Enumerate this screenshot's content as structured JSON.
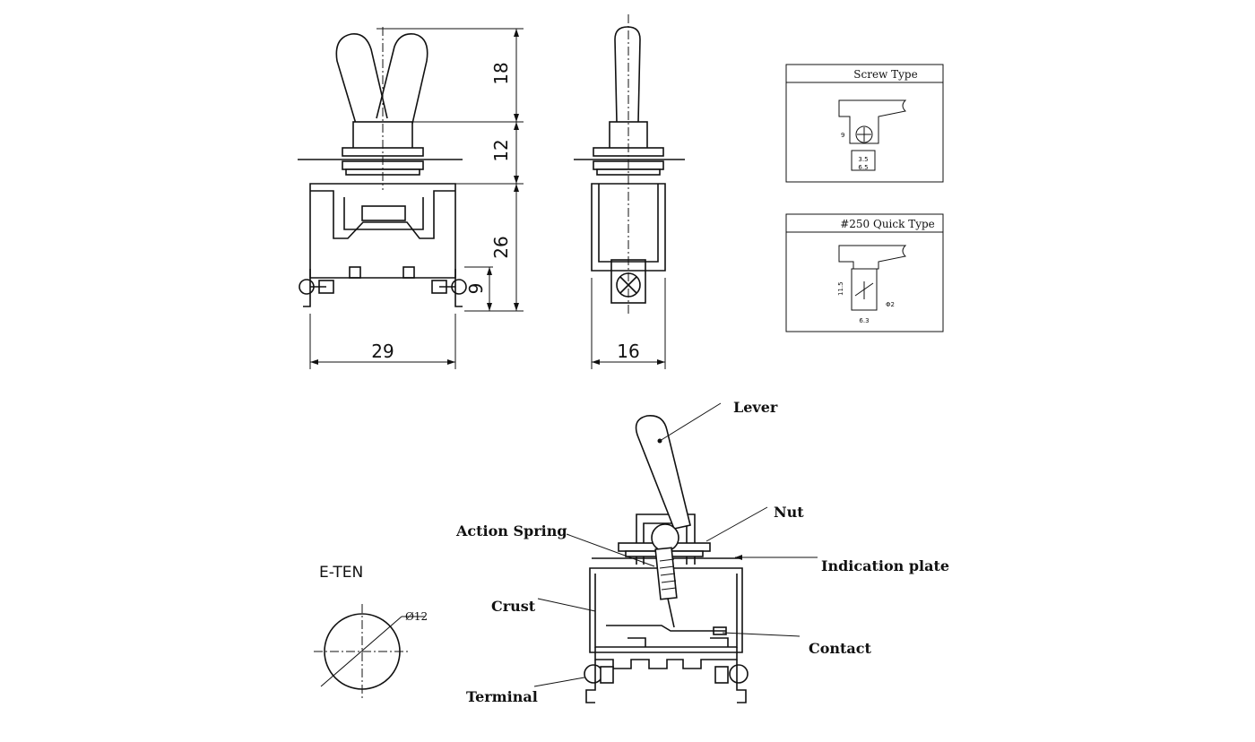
{
  "dimensions": {
    "height_lever": "18",
    "height_bushing": "12",
    "height_body": "26",
    "height_terminal": "9",
    "width_front": "29",
    "width_side": "16"
  },
  "screw_type": {
    "title": "Screw Type",
    "dim_height": "9",
    "dim_width_inner": "3.5",
    "dim_width_outer": "6.5"
  },
  "quick_type": {
    "title": "#250 Quick Type",
    "dim_height": "11.5",
    "dim_hole": "Φ2",
    "dim_width": "6.3"
  },
  "panel_cutout": {
    "label": "E-TEN",
    "diameter": "Ø12"
  },
  "parts": {
    "lever": "Lever",
    "nut": "Nut",
    "action_spring": "Action Spring",
    "indication_plate": "Indication plate",
    "crust": "Crust",
    "contact": "Contact",
    "terminal": "Terminal"
  }
}
